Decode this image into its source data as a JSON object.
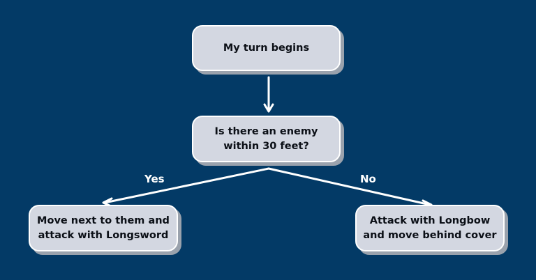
{
  "diagram": {
    "nodes": {
      "start": {
        "text": "My turn begins"
      },
      "question": {
        "text": "Is there an enemy\nwithin 30 feet?"
      },
      "yes_action": {
        "text": "Move next to them and\nattack with Longsword"
      },
      "no_action": {
        "text": "Attack with Longbow\nand move behind cover"
      }
    },
    "edges": {
      "start_to_question": {
        "label": ""
      },
      "question_to_yes": {
        "label": "Yes"
      },
      "question_to_no": {
        "label": "No"
      }
    }
  },
  "colors": {
    "background": "#033a66",
    "node_fill": "#d3d7e1",
    "node_border": "#ffffff",
    "node_shadow": "#9aa2ad",
    "node_text": "#0b0f16",
    "connector": "#ffffff",
    "label_text": "#ffffff"
  }
}
